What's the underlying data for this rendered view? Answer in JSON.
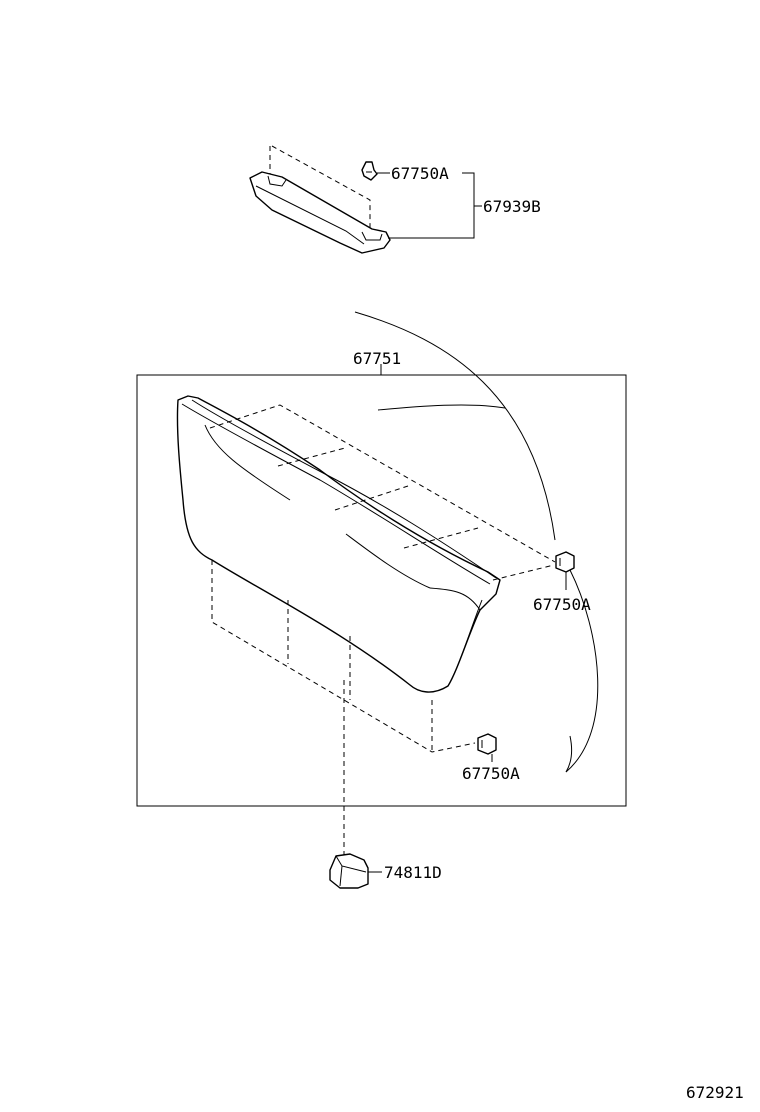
{
  "labels": {
    "clip_top": "67750A",
    "upper_trim": "67939B",
    "panel": "67751",
    "clip_right": "67750A",
    "clip_bottom": "67750A",
    "lamp_cover": "74811D",
    "diagram_code": "672921"
  }
}
